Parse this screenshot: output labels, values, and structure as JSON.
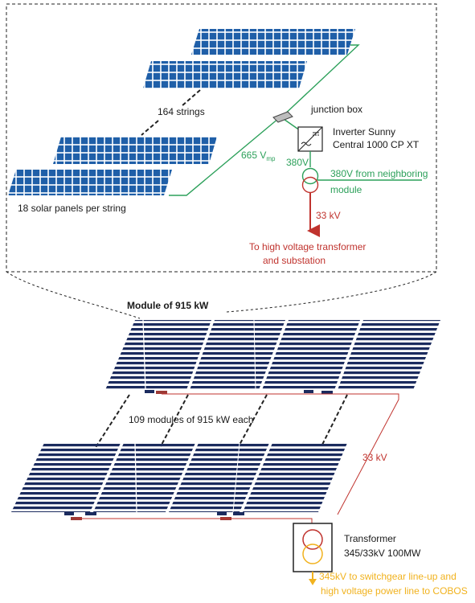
{
  "labels": {
    "strings_count": "164 strings",
    "junction_box": "junction box",
    "inverter_line1": "Inverter Sunny",
    "inverter_line2": "Central 1000 CP XT",
    "vmp_prefix": "665 V",
    "vmp_sub": "mp",
    "v380": "380V",
    "neighbor_line1": "380V from neighboring",
    "neighbor_line2": "module",
    "kv33_top": "33 kV",
    "hv_line1": "To high voltage transformer",
    "hv_line2": "and substation",
    "panels_per_string": "18 solar panels per string",
    "module_title": "Module of 915 kW",
    "modules_count": "109 modules of 915 kW each",
    "kv33_bottom": "33 kV",
    "transformer_line1": "Transformer",
    "transformer_line2": "345/33kV 100MW",
    "output_line1": "345kV to switchgear line-up and",
    "output_line2": "high voltage power line to COBOS"
  },
  "colors": {
    "panel_blue": "#1f5fa8",
    "module_navy": "#1b2b5e",
    "green": "#2ca05a",
    "red": "#c0332e",
    "gold": "#f1b21e",
    "dark": "#1a1a1a"
  }
}
